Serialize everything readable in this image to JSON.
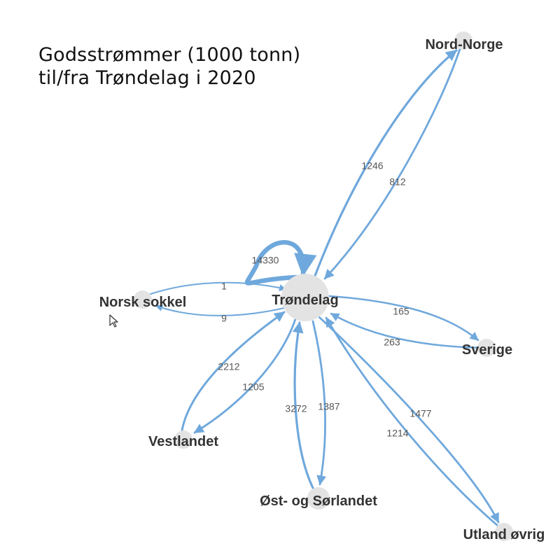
{
  "title": [
    "Godsstrømmer (1000 tonn)",
    "til/fra Trøndelag i 2020"
  ],
  "colors": {
    "edge": "#6fa8dc",
    "node": "#e3e3e3",
    "label": "#333333",
    "edgeLabel": "#555555"
  },
  "nodes": [
    {
      "id": "trondelag",
      "label": "Trøndelag"
    },
    {
      "id": "nord_norge",
      "label": "Nord-Norge"
    },
    {
      "id": "norsk_sokkel",
      "label": "Norsk sokkel"
    },
    {
      "id": "sverige",
      "label": "Sverige"
    },
    {
      "id": "vestlandet",
      "label": "Vestlandet"
    },
    {
      "id": "ost_sorlandet",
      "label": "Øst- og Sørlandet"
    },
    {
      "id": "utland_ovrig",
      "label": "Utland øvrig"
    }
  ],
  "edges": [
    {
      "from": "trondelag",
      "to": "trondelag",
      "value": "14330"
    },
    {
      "from": "trondelag",
      "to": "nord_norge",
      "value": "1246"
    },
    {
      "from": "nord_norge",
      "to": "trondelag",
      "value": "812"
    },
    {
      "from": "norsk_sokkel",
      "to": "trondelag",
      "value": "1"
    },
    {
      "from": "trondelag",
      "to": "norsk_sokkel",
      "value": "9"
    },
    {
      "from": "trondelag",
      "to": "sverige",
      "value": "165"
    },
    {
      "from": "sverige",
      "to": "trondelag",
      "value": "263"
    },
    {
      "from": "vestlandet",
      "to": "trondelag",
      "value": "2212"
    },
    {
      "from": "trondelag",
      "to": "vestlandet",
      "value": "1205"
    },
    {
      "from": "ost_sorlandet",
      "to": "trondelag",
      "value": "3272"
    },
    {
      "from": "trondelag",
      "to": "ost_sorlandet",
      "value": "1387"
    },
    {
      "from": "trondelag",
      "to": "utland_ovrig",
      "value": "1477"
    },
    {
      "from": "utland_ovrig",
      "to": "trondelag",
      "value": "1214"
    }
  ]
}
